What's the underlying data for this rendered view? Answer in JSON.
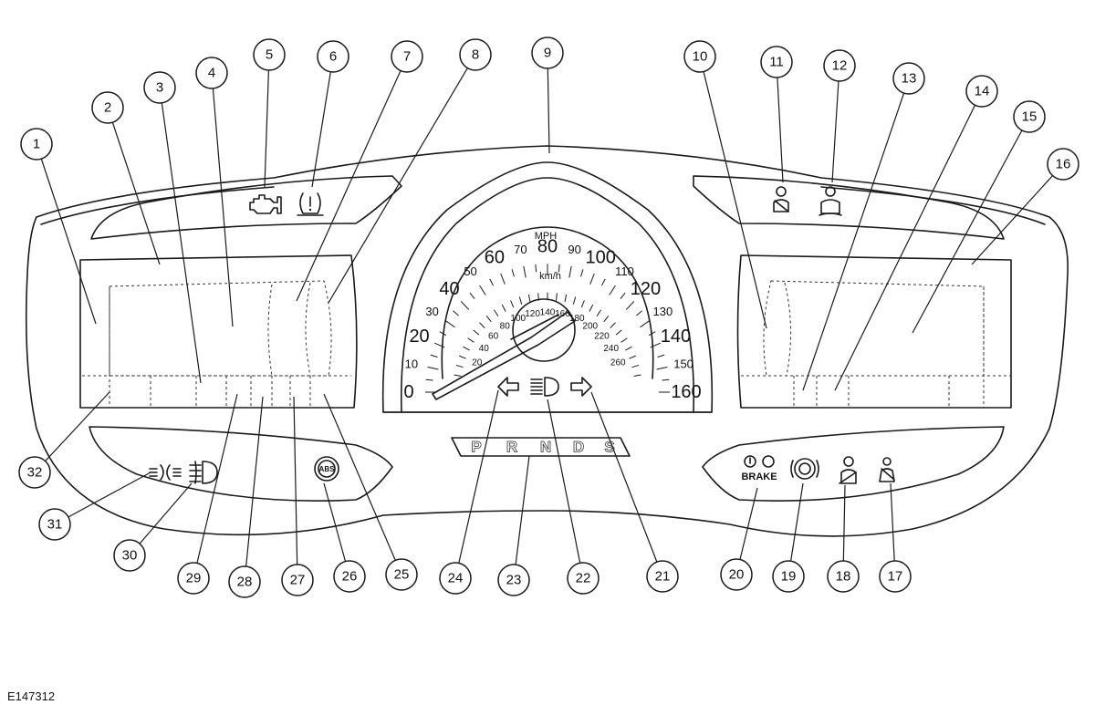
{
  "reference_code": "E147312",
  "speedometer": {
    "mph_unit": "MPH",
    "kmh_unit": "km/h",
    "mph_labels": [
      "0",
      "10",
      "20",
      "30",
      "40",
      "50",
      "60",
      "70",
      "80",
      "90",
      "100",
      "110",
      "120",
      "130",
      "140",
      "150",
      "160"
    ],
    "kmh_labels": [
      "20",
      "40",
      "60",
      "80",
      "100",
      "120",
      "140",
      "160",
      "180",
      "200",
      "220",
      "240",
      "260"
    ]
  },
  "gear_selector": [
    "P",
    "R",
    "N",
    "D",
    "S"
  ],
  "brake_label": "BRAKE",
  "abs_label": "ABS",
  "callouts": [
    "1",
    "2",
    "3",
    "4",
    "5",
    "6",
    "7",
    "8",
    "9",
    "10",
    "11",
    "12",
    "13",
    "14",
    "15",
    "16",
    "17",
    "18",
    "19",
    "20",
    "21",
    "22",
    "23",
    "24",
    "25",
    "26",
    "27",
    "28",
    "29",
    "30",
    "31",
    "32"
  ],
  "icons": [
    "engine-check-icon",
    "tire-pressure-icon",
    "seatbelt-reminder-icon",
    "airbag-passenger-icon",
    "turn-left-icon",
    "headlamp-icon",
    "turn-right-icon",
    "abs-icon",
    "fog-lamp-icon",
    "sidelamps-icon",
    "brake-warning-icon",
    "parking-brake-icon",
    "airbag-icon",
    "seatbelt-icon"
  ]
}
